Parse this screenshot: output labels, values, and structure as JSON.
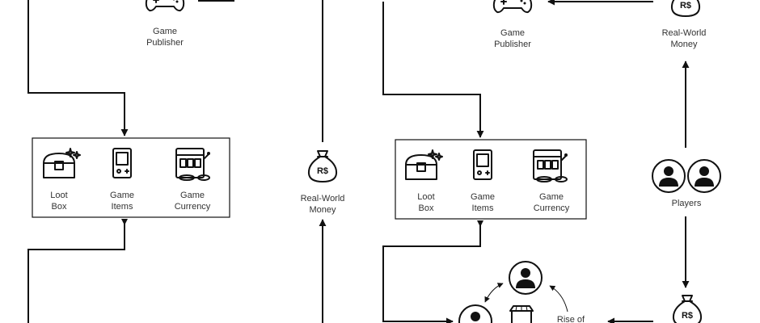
{
  "colors": {
    "stroke": "#111111",
    "text": "#333333",
    "background": "#ffffff"
  },
  "left": {
    "publisher": {
      "icon": "gamepad-icon",
      "label_line1": "Game",
      "label_line2": "Publisher"
    },
    "money": {
      "icon": "money-bag-icon",
      "symbol": "R$",
      "label_line1": "Real-World",
      "label_line2": "Money"
    },
    "items": [
      {
        "icon": "treasure-chest-icon",
        "label_line1": "Loot",
        "label_line2": "Box"
      },
      {
        "icon": "handheld-console-icon",
        "label_line1": "Game",
        "label_line2": "Items"
      },
      {
        "icon": "slot-machine-icon",
        "label_line1": "Game",
        "label_line2": "Currency"
      }
    ]
  },
  "right": {
    "publisher": {
      "icon": "gamepad-icon",
      "label_line1": "Game",
      "label_line2": "Publisher"
    },
    "money_top": {
      "icon": "money-bag-icon",
      "symbol": "R$",
      "label_line1": "Real-World",
      "label_line2": "Money"
    },
    "players": {
      "icon": "players-icon",
      "label": "Players"
    },
    "money_bottom": {
      "icon": "money-bag-icon",
      "symbol": "R$"
    },
    "items": [
      {
        "icon": "treasure-chest-icon",
        "label_line1": "Loot",
        "label_line2": "Box"
      },
      {
        "icon": "handheld-console-icon",
        "label_line1": "Game",
        "label_line2": "Items"
      },
      {
        "icon": "slot-machine-icon",
        "label_line1": "Game",
        "label_line2": "Currency"
      }
    ],
    "market": {
      "icon": "market-stall-icon",
      "label_line1": "Rise of"
    }
  }
}
